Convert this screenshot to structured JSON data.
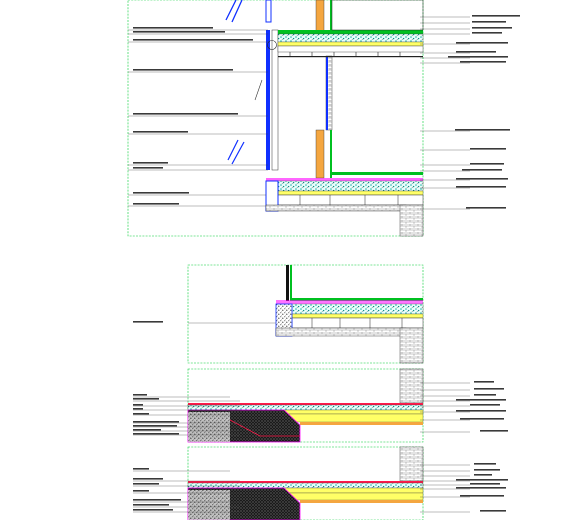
{
  "drawing": {
    "background": "#ffffff",
    "colors": {
      "frame": "#00cc33",
      "outline": "#111111",
      "blue": "#1030ff",
      "wood": "#f4a640",
      "insulation": "#ffff66",
      "gravel": "#22b0a8",
      "membrane_red": "#ff1a4a",
      "membrane_magenta": "#ff00ff",
      "green": "#00c020",
      "concrete": "#202020",
      "hatch": "#888888"
    },
    "sections": [
      {
        "name": "section-upper",
        "label_count_left": 14,
        "label_count_right": 14
      },
      {
        "name": "section-middle",
        "label_count_left": 1,
        "label_count_right": 0
      },
      {
        "name": "section-lower-a",
        "label_count_left": 9,
        "label_count_right": 10
      },
      {
        "name": "section-lower-b",
        "label_count_left": 8,
        "label_count_right": 9
      }
    ]
  }
}
